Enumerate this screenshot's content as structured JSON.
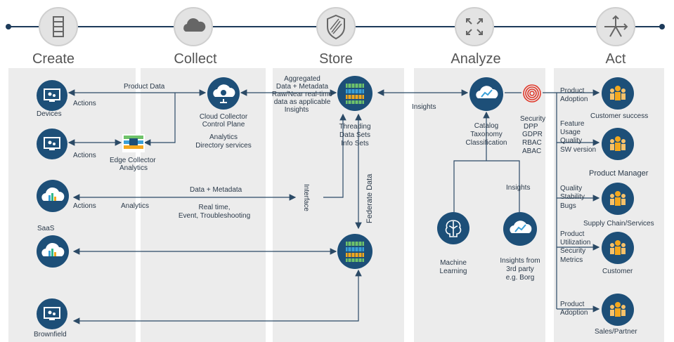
{
  "stages": {
    "create": "Create",
    "collect": "Collect",
    "store": "Store",
    "analyze": "Analyze",
    "act": "Act"
  },
  "create": {
    "devices": "Devices",
    "actions1": "Actions",
    "actions2": "Actions",
    "actions3": "Actions",
    "saas": "SaaS",
    "brownfield": "Brownfield"
  },
  "collect": {
    "product_data": "Product Data",
    "cloud_collector_l1": "Cloud Collector",
    "cloud_collector_l2": "Control  Plane",
    "analytics_dir_l1": "Analytics",
    "analytics_dir_l2": "Directory services",
    "edge_l1": "Edge Collector",
    "edge_l2": "Analytics",
    "data_metadata": "Data + Metadata",
    "analytics": "Analytics",
    "realtime_l1": "Real time,",
    "realtime_l2": "Event, Troubleshooting"
  },
  "store": {
    "agg_l1": "Aggregated",
    "agg_l2": "Data + Metadata",
    "agg_l3": "Raw/Near real-time",
    "agg_l4": "data as applicable",
    "agg_l5": "Insights",
    "interface": "Interface",
    "threading_l1": "Threading",
    "threading_l2": "Data Sets",
    "threading_l3": "Info Sets",
    "federate": "Federate Data"
  },
  "analyze": {
    "insights_in": "Insights",
    "catalog_l1": "Catalog",
    "catalog_l2": "Taxonomy",
    "catalog_l3": "Classification",
    "security_l1": "Security",
    "security_l2": "DPP",
    "security_l3": "GDPR",
    "security_l4": "RBAC",
    "security_l5": "ABAC",
    "insights_up": "Insights",
    "ml_l1": "Machine",
    "ml_l2": "Learning",
    "third_l1": "Insights from",
    "third_l2": "3rd party",
    "third_l3": "e.g. Borg"
  },
  "act": {
    "pa1_l1": "Product",
    "pa1_l2": "Adoption",
    "customer_success": "Customer success",
    "feat_l1": "Feature",
    "feat_l2": "Usage",
    "feat_l3": "Quality",
    "feat_l4": "SW version",
    "product_manager": "Product Manager",
    "q_l1": "Quality",
    "q_l2": "Stability",
    "q_l3": "Bugs",
    "supply_chain": "Supply Chain/Services",
    "pu_l1": "Product",
    "pu_l2": "Utilization",
    "pu_l3": "Security",
    "pu_l4": "Metrics",
    "customer": "Customer",
    "pa2_l1": "Product",
    "pa2_l2": "Adoption",
    "sales_partner": "Sales/Partner"
  },
  "colors": {
    "node": "#1d4f78",
    "line": "#2b4a66",
    "panel": "#ececec",
    "people": "#f4a81d",
    "fingerprint": "#e0392b"
  }
}
